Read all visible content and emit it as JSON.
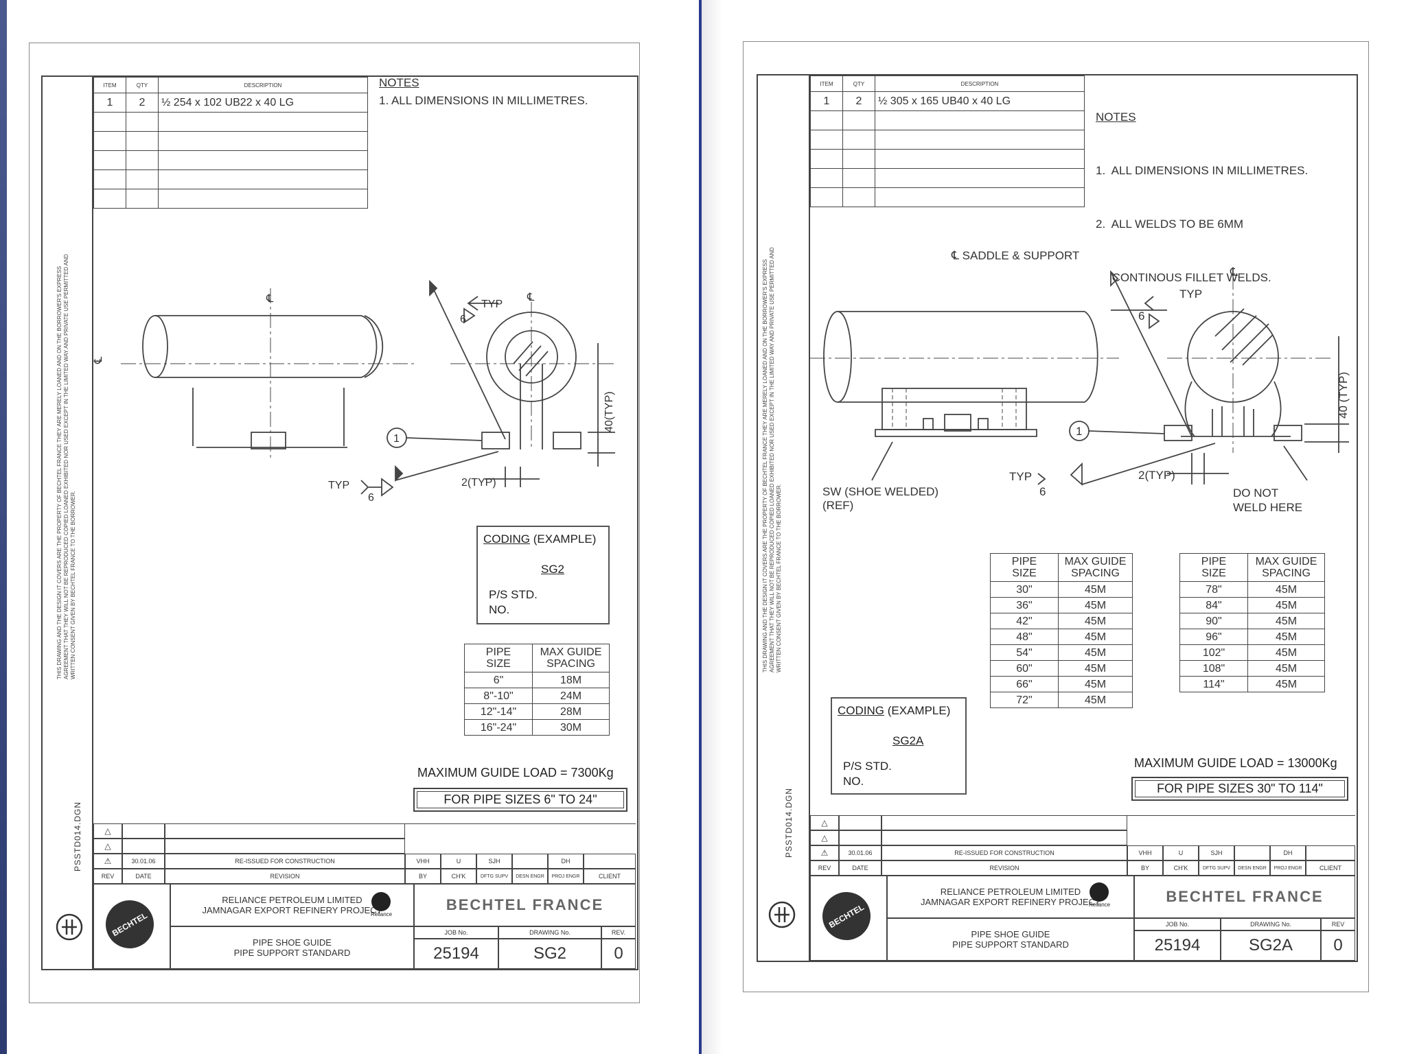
{
  "colors": {
    "left_strip": "#3b4b7a",
    "divider": "#2b3a8c",
    "paper": "#ffffff",
    "line": "#444444"
  },
  "left": {
    "bom": {
      "headers": [
        "ITEM",
        "QTY",
        "DESCRIPTION"
      ],
      "row": [
        "1",
        "2",
        "½ 254 x 102 UB22 x 40 LG"
      ]
    },
    "notes": {
      "title": "NOTES",
      "items": [
        "1.  ALL DIMENSIONS IN MILLIMETRES."
      ]
    },
    "drawing": {
      "typ_upper": "TYP",
      "typ_lower": "TYP",
      "weld_size": "6",
      "weld_size2": "6",
      "item_marker": "1",
      "dim_vertical": "40(TYP)",
      "dim_horizontal": "2(TYP)"
    },
    "coding": {
      "label": "CODING",
      "example": "(EXAMPLE)",
      "code": "SG2",
      "desc": "P/S STD.\nNO."
    },
    "spacing_table": {
      "headers": [
        "PIPE\nSIZE",
        "MAX GUIDE\nSPACING"
      ],
      "rows": [
        [
          "6\"",
          "18M"
        ],
        [
          "8\"-10\"",
          "24M"
        ],
        [
          "12\"-14\"",
          "28M"
        ],
        [
          "16\"-24\"",
          "30M"
        ]
      ]
    },
    "max_load": "MAXIMUM GUIDE LOAD = 7300Kg",
    "pipe_sizes": "FOR PIPE SIZES 6\" TO 24\"",
    "file_name": "PSSTD014.DGN",
    "copyright": "THIS DRAWING AND THE DESIGN IT COVERS ARE THE PROPERTY OF BECHTEL FRANCE THEY ARE MERELY LOANED AND ON THE BORROWER'S EXPRESS AGREEMENT THAT THEY WILL NOT BE REPRODUCED COPIED LOANED EXHIBITED NOR USED EXCEPT IN THE LIMITED WAY AND PRIVATE USE PERMITTED AND WRITTEN CONSENT GIVEN BY BECHTEL FRANCE TO THE BORROWER.",
    "revision": {
      "date": "30.01.06",
      "text": "RE-ISSUED FOR CONSTRUCTION",
      "by": "VHH",
      "chk": "U",
      "sjh": "SJH",
      "dh": "DH",
      "rev_label": "REV",
      "date_label": "DATE",
      "revision_label": "REVISION",
      "by_label": "BY",
      "chk_label": "CH'K",
      "supv_label": "DFTG SUPV",
      "engr_label": "DESN ENGR",
      "proj_label": "PROJ ENGR",
      "client_label": "CLIENT"
    },
    "title_block": {
      "client": "RELIANCE PETROLEUM LIMITED\nJAMNAGAR EXPORT REFINERY PROJECT",
      "company": "BECHTEL FRANCE",
      "drawing_title": "PIPE SHOE GUIDE\nPIPE SUPPORT STANDARD",
      "job_label": "JOB No.",
      "job_no": "25194",
      "drawing_label": "DRAWING No.",
      "drawing_no": "SG2",
      "rev_label": "REV.",
      "rev": "0",
      "reliance": "Reliance",
      "bechtel_logo": "BECHTEL"
    }
  },
  "right": {
    "bom": {
      "headers": [
        "ITEM",
        "QTY",
        "DESCRIPTION"
      ],
      "row": [
        "1",
        "2",
        "½ 305 x 165 UB40 x 40 LG"
      ]
    },
    "notes": {
      "title": "NOTES",
      "items": [
        "1.  ALL DIMENSIONS IN MILLIMETRES.",
        "2.  ALL WELDS TO BE 6MM",
        "     CONTINOUS FILLET WELDS."
      ]
    },
    "drawing": {
      "saddle": "SADDLE & SUPPORT",
      "typ_upper": "TYP",
      "typ_lower": "TYP",
      "weld_size": "6",
      "weld_size2": "6",
      "item_marker": "1",
      "dim_vertical": "40 (TYP)",
      "dim_horizontal": "2(TYP)",
      "sw_label": "SW (SHOE WELDED)",
      "sw_ref": "(REF)",
      "do_not_weld": "DO NOT\nWELD HERE"
    },
    "coding": {
      "label": "CODING",
      "example": "(EXAMPLE)",
      "code": "SG2A",
      "desc": "P/S STD.\nNO."
    },
    "spacing_table_1": {
      "headers": [
        "PIPE\nSIZE",
        "MAX GUIDE\nSPACING"
      ],
      "rows": [
        [
          "30\"",
          "45M"
        ],
        [
          "36\"",
          "45M"
        ],
        [
          "42\"",
          "45M"
        ],
        [
          "48\"",
          "45M"
        ],
        [
          "54\"",
          "45M"
        ],
        [
          "60\"",
          "45M"
        ],
        [
          "66\"",
          "45M"
        ],
        [
          "72\"",
          "45M"
        ]
      ]
    },
    "spacing_table_2": {
      "headers": [
        "PIPE\nSIZE",
        "MAX GUIDE\nSPACING"
      ],
      "rows": [
        [
          "78\"",
          "45M"
        ],
        [
          "84\"",
          "45M"
        ],
        [
          "90\"",
          "45M"
        ],
        [
          "96\"",
          "45M"
        ],
        [
          "102\"",
          "45M"
        ],
        [
          "108\"",
          "45M"
        ],
        [
          "114\"",
          "45M"
        ]
      ]
    },
    "max_load": "MAXIMUM GUIDE LOAD = 13000Kg",
    "pipe_sizes": "FOR PIPE SIZES 30\" TO 114\"",
    "file_name": "PSSTD014.DGN",
    "copyright": "THIS DRAWING AND THE DESIGN IT COVERS ARE THE PROPERTY OF BECHTEL FRANCE THEY ARE MERELY LOANED AND ON THE BORROWER'S EXPRESS AGREEMENT THAT THEY WILL NOT BE REPRODUCED COPIED LOANED EXHIBITED NOR USED EXCEPT IN THE LIMITED WAY AND PRIVATE USE PERMITTED AND WRITTEN CONSENT GIVEN BY BECHTEL FRANCE TO THE BORROWER.",
    "revision": {
      "date": "30.01.06",
      "text": "RE-ISSUED FOR CONSTRUCTION",
      "by": "VHH",
      "chk": "U",
      "sjh": "SJH",
      "dh": "DH",
      "rev_label": "REV",
      "date_label": "DATE",
      "revision_label": "REVISION",
      "by_label": "BY",
      "chk_label": "CH'K",
      "supv_label": "DFTG SUPV",
      "engr_label": "DESN ENGR",
      "proj_label": "PROJ ENGR",
      "client_label": "CLIENT"
    },
    "title_block": {
      "client": "RELIANCE PETROLEUM LIMITED\nJAMNAGAR EXPORT REFINERY PROJECT",
      "company": "BECHTEL FRANCE",
      "drawing_title": "PIPE SHOE GUIDE\nPIPE SUPPORT STANDARD",
      "job_label": "JOB No.",
      "job_no": "25194",
      "drawing_label": "DRAWING No.",
      "drawing_no": "SG2A",
      "rev_label": "REV",
      "rev": "0",
      "reliance": "Reliance",
      "bechtel_logo": "BECHTEL"
    }
  }
}
